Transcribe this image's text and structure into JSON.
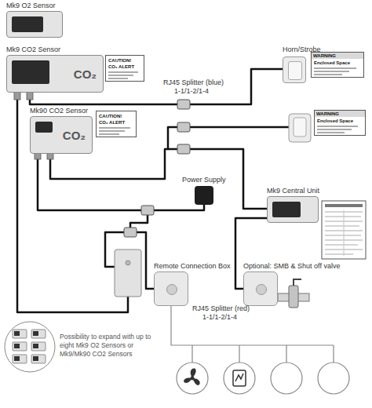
{
  "diagram": {
    "nodes": [
      {
        "text": [
          "Mk9 O2 Sensor"
        ]
      },
      {
        "text": [
          "Mk9 CO2 Sensor",
          "CO₂"
        ]
      },
      {
        "text": [
          "CAUTION!",
          "CO₂ ALERT"
        ]
      },
      {
        "text": [
          "Horn/Strobe"
        ]
      },
      {
        "text": [
          "WARNING",
          "Enclosed Space"
        ]
      },
      {
        "text": [
          "WARNING",
          "Enclosed Space"
        ]
      },
      {
        "text": [
          "Mk90 CO2 Sensor",
          "CO₂"
        ]
      },
      {
        "text": [
          "CAUTION!",
          "CO₂ ALERT"
        ]
      },
      {
        "text": [
          "Power Supply"
        ]
      },
      {
        "text": [
          "Mk9 Central Unit"
        ]
      },
      {
        "text": [
          "Remote Connection Box"
        ]
      },
      {
        "text": [
          "Optional: SMB & Shut off valve"
        ]
      }
    ],
    "labels": [
      "RJ45 Splitter (blue)",
      "1-1/1-2/1-4",
      "RJ45 Splitter (red)",
      "1-1/1-2/1-4",
      "Possibility to expand with up to eight Mk9 O2 Sensors or Mk9/Mk90 CO2 Sensors"
    ]
  }
}
